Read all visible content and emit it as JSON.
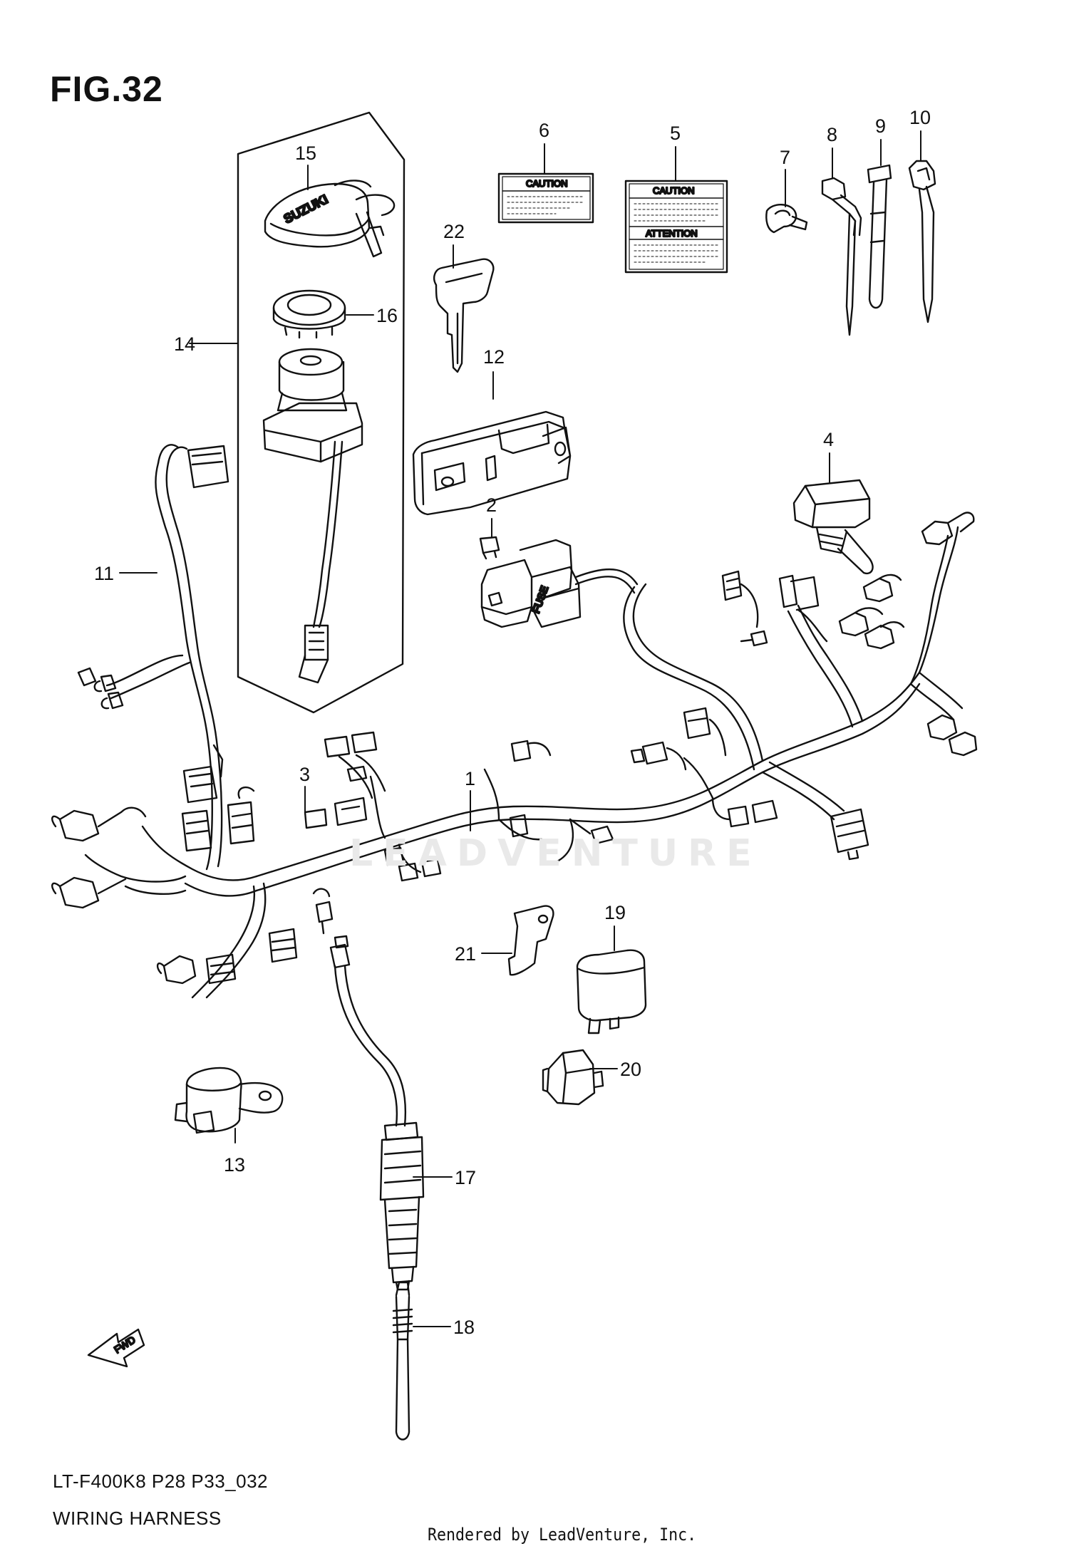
{
  "figure": {
    "title": "FIG.32",
    "model_code": "LT-F400K8 P28 P33_032",
    "name": "WIRING HARNESS",
    "render_credit": "Rendered by LeadVenture, Inc.",
    "watermark": "LEADVENTURE"
  },
  "labels": {
    "caution_small": "CAUTION",
    "caution_large": "CAUTION",
    "attention": "ATTENTION",
    "fuse": "FUSE",
    "fwd": "FWD",
    "brand": "SUZUKI"
  },
  "callouts": [
    "1",
    "2",
    "3",
    "4",
    "5",
    "6",
    "7",
    "8",
    "9",
    "10",
    "11",
    "12",
    "13",
    "14",
    "15",
    "16",
    "17",
    "18",
    "19",
    "20",
    "21",
    "22"
  ],
  "colors": {
    "line": "#111111",
    "background": "#ffffff",
    "watermark": "#e9e9e9"
  }
}
